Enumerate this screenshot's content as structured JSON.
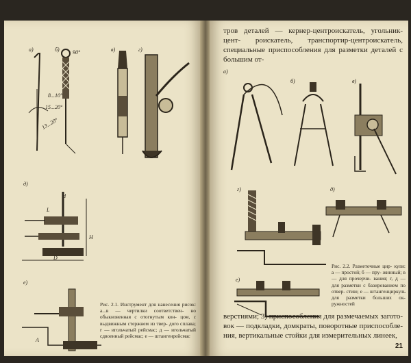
{
  "left_page": {
    "labels": {
      "a": "а)",
      "b": "б)",
      "v": "в)",
      "g": "г)",
      "d": "д)",
      "e": "е)"
    },
    "angles": {
      "a1": "8...10°",
      "a2": "15...20°",
      "a3": "13...20°",
      "b1": "90°"
    },
    "dims": {
      "d": "d",
      "L": "L",
      "H": "H",
      "D": "D",
      "A": "A"
    },
    "caption": "Рис. 2.1. Инструмент для нанесения рисок: а...в — чертилки соответствен- но обыкновенная с отогнутым кон- цом, с выдвижным стержнем из твер- дого сплава; г — игольчатый рейсмас; д — игольчатый сдвоенный рейсмас; е — штангенрейсмас"
  },
  "right_page": {
    "top_text": "тров деталей — кернер-центроискатель, угольник-цент- роискатель, транспортир-центроискатель, специальные приспособления для разметки деталей с большим от-",
    "labels": {
      "a": "а)",
      "b": "б)",
      "v": "в)",
      "g": "г)",
      "d": "д)",
      "e": "е)"
    },
    "caption": "Рис. 2.2. Разметочные цир- кули: а — простой; б — пру- жинный; в — для прочерчи- вания; г, д — для разметки с базированием по отвер- стию; е — штангенциркуль для разметки больших ок- ружностей",
    "bottom_text": "верстиями; 3) приспособления для размечаемых загото- вок — подкладки, домкраты, поворотные приспособле- ния, вертикальные стойки для измерительных линеек,",
    "page_number": "21"
  }
}
